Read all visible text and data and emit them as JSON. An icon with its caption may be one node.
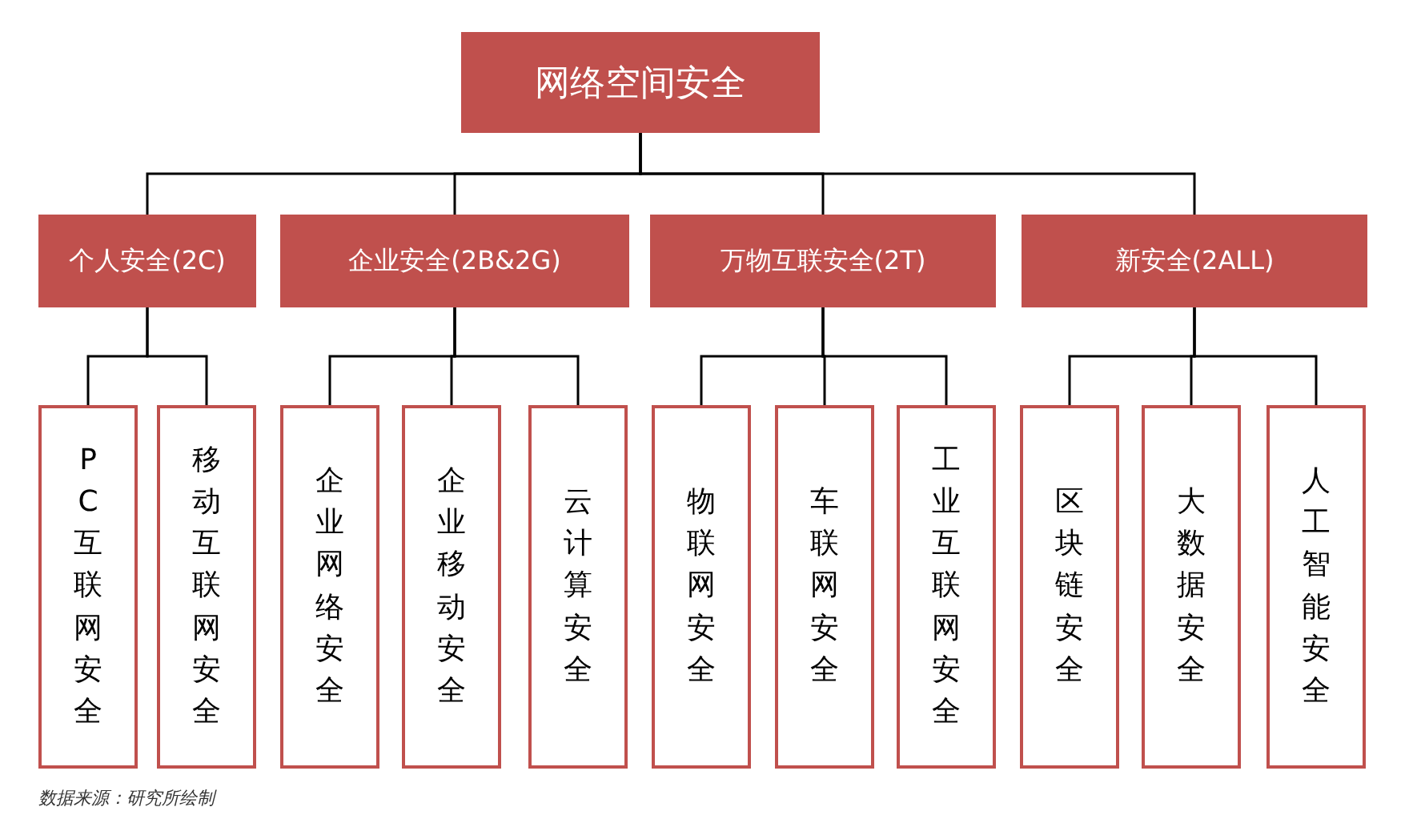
{
  "diagram": {
    "caption": "数据来源：研究所绘制",
    "nodes": [
      {
        "text": [
          "网络空间安全"
        ]
      },
      {
        "text": [
          "个人安全(2C)"
        ]
      },
      {
        "text": [
          "企业安全(2B&2G)"
        ]
      },
      {
        "text": [
          "万物互联安全(2T)"
        ]
      },
      {
        "text": [
          "新安全(2ALL)"
        ]
      },
      {
        "text": [
          "PC互联网安全"
        ]
      },
      {
        "text": [
          "移动互联网安全"
        ]
      },
      {
        "text": [
          "企业网络安全"
        ]
      },
      {
        "text": [
          "企业移动安全"
        ]
      },
      {
        "text": [
          "云计算安全"
        ]
      },
      {
        "text": [
          "物联网安全"
        ]
      },
      {
        "text": [
          "车联网安全"
        ]
      },
      {
        "text": [
          "工业互联网安全"
        ]
      },
      {
        "text": [
          "区块链安全"
        ]
      },
      {
        "text": [
          "大数据安全"
        ]
      },
      {
        "text": [
          "人工智能安全"
        ]
      }
    ],
    "edges": [
      {
        "from": 0,
        "to": 1,
        "arrow": "none"
      },
      {
        "from": 0,
        "to": 2,
        "arrow": "none"
      },
      {
        "from": 0,
        "to": 3,
        "arrow": "none"
      },
      {
        "from": 0,
        "to": 4,
        "arrow": "none"
      },
      {
        "from": 1,
        "to": 5,
        "arrow": "none"
      },
      {
        "from": 1,
        "to": 6,
        "arrow": "none"
      },
      {
        "from": 2,
        "to": 7,
        "arrow": "none"
      },
      {
        "from": 2,
        "to": 8,
        "arrow": "none"
      },
      {
        "from": 2,
        "to": 9,
        "arrow": "none"
      },
      {
        "from": 3,
        "to": 10,
        "arrow": "none"
      },
      {
        "from": 3,
        "to": 11,
        "arrow": "none"
      },
      {
        "from": 3,
        "to": 12,
        "arrow": "none"
      },
      {
        "from": 4,
        "to": 13,
        "arrow": "none"
      },
      {
        "from": 4,
        "to": 14,
        "arrow": "none"
      },
      {
        "from": 4,
        "to": 15,
        "arrow": "none"
      }
    ]
  }
}
